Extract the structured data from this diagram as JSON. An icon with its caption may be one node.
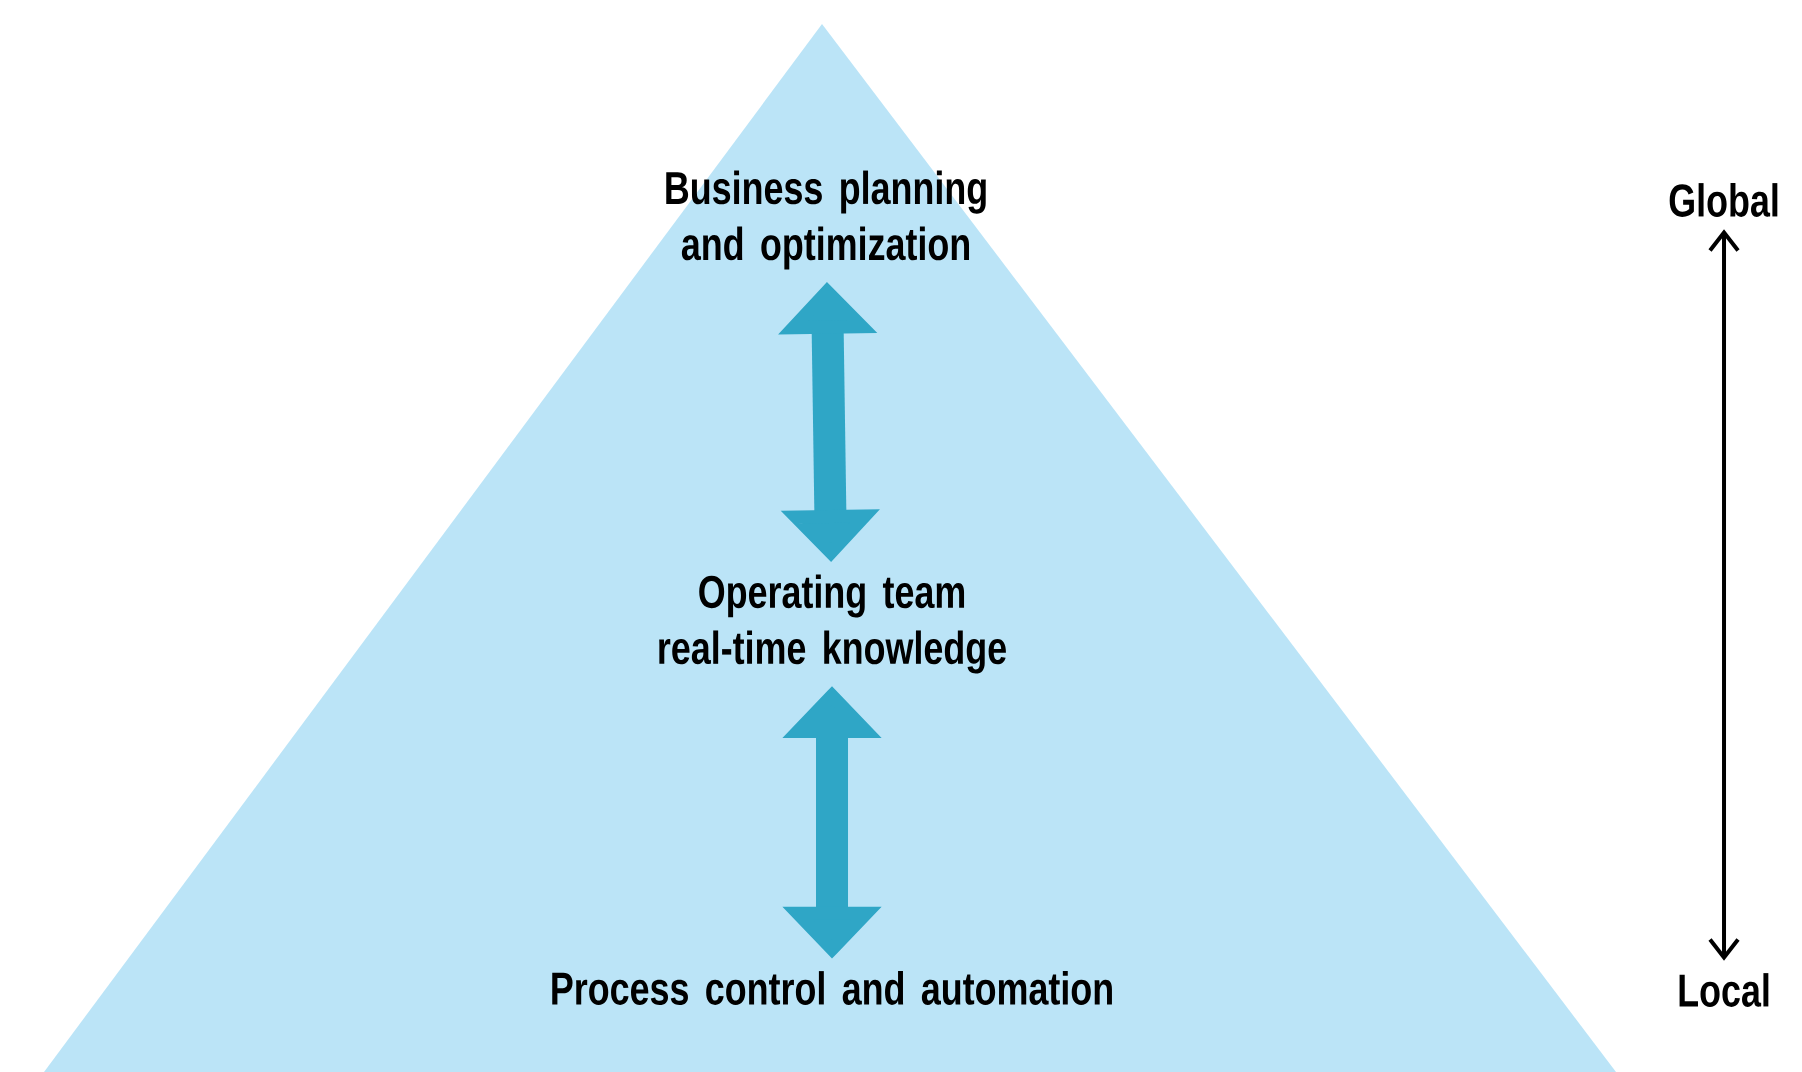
{
  "diagram": {
    "nodes": [
      {
        "text": [],
        "shape": "triangle"
      },
      {
        "text": [
          "Business planning and optimization"
        ],
        "in": 0
      },
      {
        "text": [
          "Operating team real-time knowledge"
        ],
        "in": 0
      },
      {
        "text": [
          "Process control and automation"
        ],
        "in": 0
      },
      {
        "text": [
          "Global"
        ]
      },
      {
        "text": [
          "Local"
        ]
      }
    ],
    "edges": [
      {
        "from": 1,
        "to": 2,
        "arrow": "both"
      },
      {
        "from": 2,
        "to": 3,
        "arrow": "both"
      },
      {
        "from": 4,
        "to": 5,
        "arrow": "both",
        "color": "#000000"
      }
    ]
  }
}
